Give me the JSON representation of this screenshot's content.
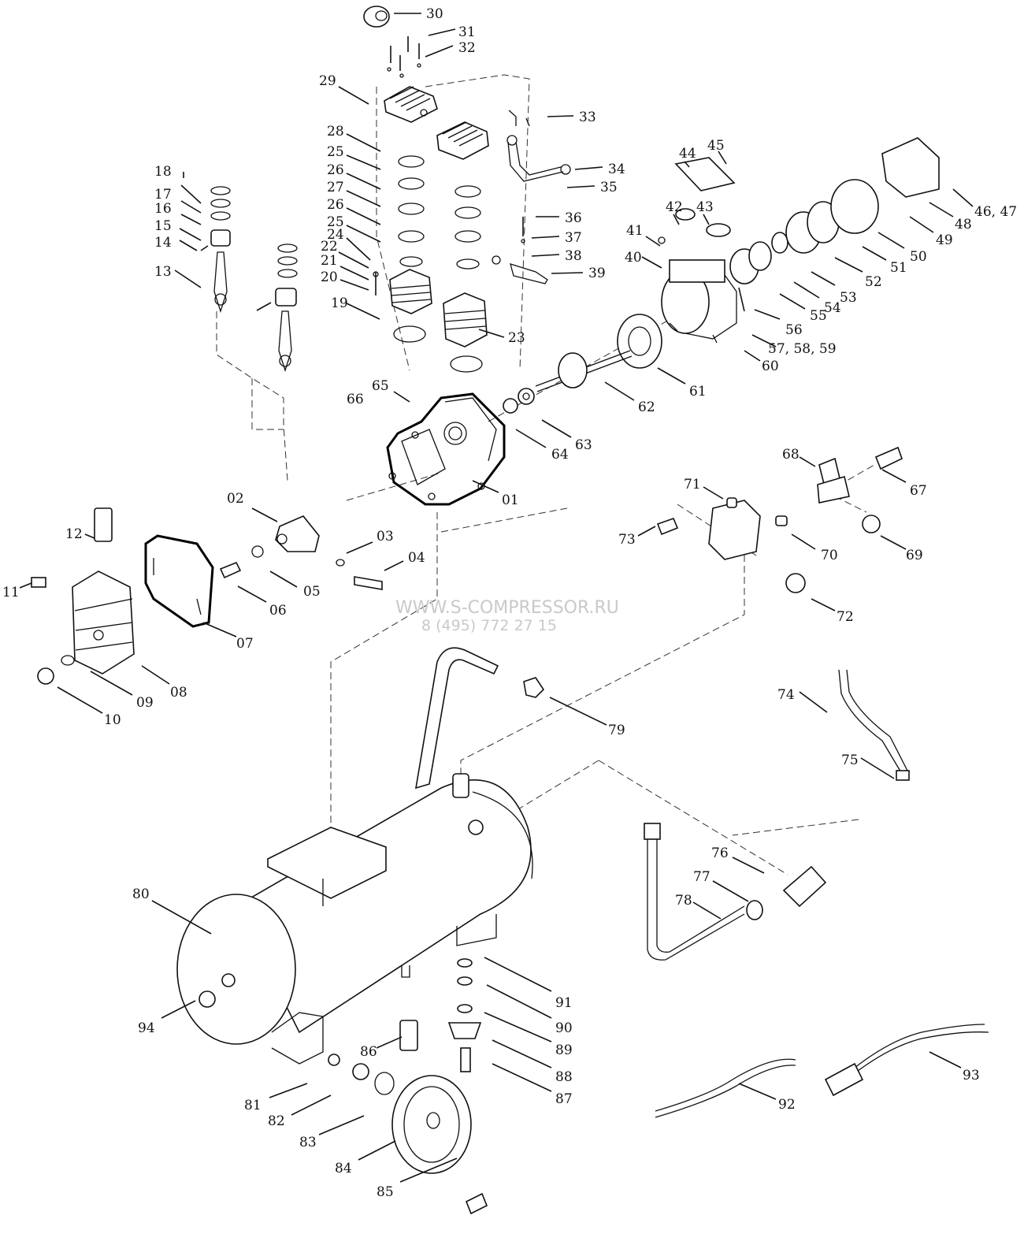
{
  "watermark": {
    "line1": "WWW.S-COMPRESSOR.RU",
    "line2": "8 (495) 772 27 15"
  },
  "labels": {
    "p01": "01",
    "p02": "02",
    "p03": "03",
    "p04": "04",
    "p05": "05",
    "p06": "06",
    "p07": "07",
    "p08": "08",
    "p09": "09",
    "p10": "10",
    "p11": "11",
    "p12": "12",
    "p13": "13",
    "p14": "14",
    "p15": "15",
    "p16": "16",
    "p17": "17",
    "p18": "18",
    "p19": "19",
    "p20": "20",
    "p21": "21",
    "p22": "22",
    "p23": "23",
    "p24": "24",
    "p25a": "25",
    "p25b": "25",
    "p26a": "26",
    "p26b": "26",
    "p27": "27",
    "p28": "28",
    "p29": "29",
    "p30": "30",
    "p31": "31",
    "p32": "32",
    "p33": "33",
    "p34": "34",
    "p35": "35",
    "p36": "36",
    "p37": "37",
    "p38": "38",
    "p39": "39",
    "p40": "40",
    "p41": "41",
    "p42": "42",
    "p43": "43",
    "p44": "44",
    "p45": "45",
    "p4647": "46, 47",
    "p48": "48",
    "p49": "49",
    "p50": "50",
    "p51": "51",
    "p52": "52",
    "p53": "53",
    "p54": "54",
    "p55": "55",
    "p56": "56",
    "p575859": "57, 58, 59",
    "p60": "60",
    "p61": "61",
    "p62": "62",
    "p63": "63",
    "p64": "64",
    "p65": "65",
    "p66": "66",
    "p67": "67",
    "p68": "68",
    "p69": "69",
    "p70": "70",
    "p71": "71",
    "p72": "72",
    "p73": "73",
    "p74": "74",
    "p75": "75",
    "p76": "76",
    "p77": "77",
    "p78": "78",
    "p79": "79",
    "p80": "80",
    "p81": "81",
    "p82": "82",
    "p83": "83",
    "p84": "84",
    "p85": "85",
    "p86": "86",
    "p87": "87",
    "p88": "88",
    "p89": "89",
    "p90": "90",
    "p91": "91",
    "p92": "92",
    "p93": "93",
    "p94": "94"
  }
}
